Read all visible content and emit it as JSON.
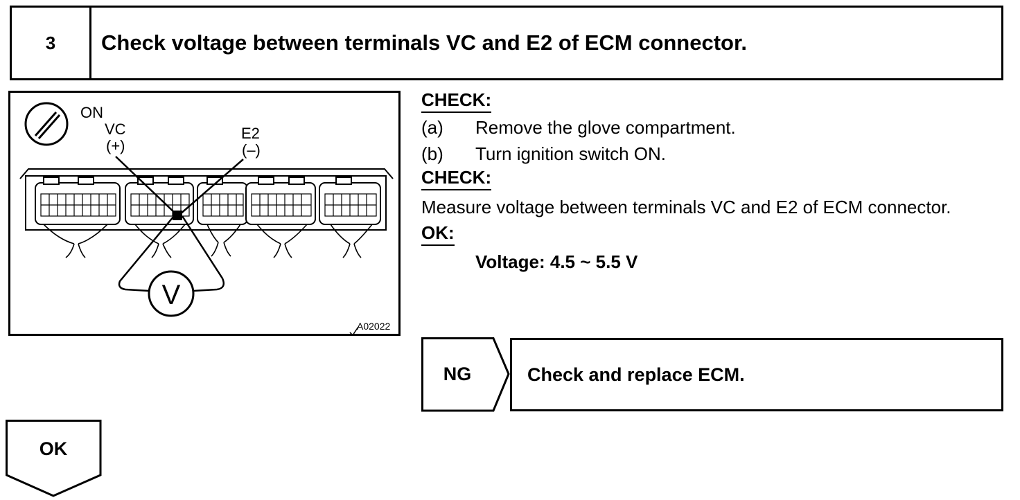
{
  "step": {
    "number": "3",
    "title": "Check voltage between terminals VC and E2 of ECM connector."
  },
  "illustration": {
    "ignition_label": "ON",
    "terminal_vc": "VC",
    "terminal_vc_polarity": "(+)",
    "terminal_e2": "E2",
    "terminal_e2_polarity": "(–)",
    "meter_symbol": "V",
    "figure_code": "A02022"
  },
  "instructions": {
    "check_heading_1": "CHECK:",
    "steps": [
      {
        "label": "(a)",
        "text": "Remove the glove compartment."
      },
      {
        "label": "(b)",
        "text": "Turn ignition switch ON."
      }
    ],
    "check_heading_2": "CHECK:",
    "measure_text": "Measure voltage between terminals VC and E2 of ECM connector.",
    "ok_heading": "OK:",
    "spec": "Voltage: 4.5 ~ 5.5 V"
  },
  "ng_branch": {
    "label": "NG",
    "action": "Check and replace ECM."
  },
  "ok_branch": {
    "label": "OK"
  }
}
